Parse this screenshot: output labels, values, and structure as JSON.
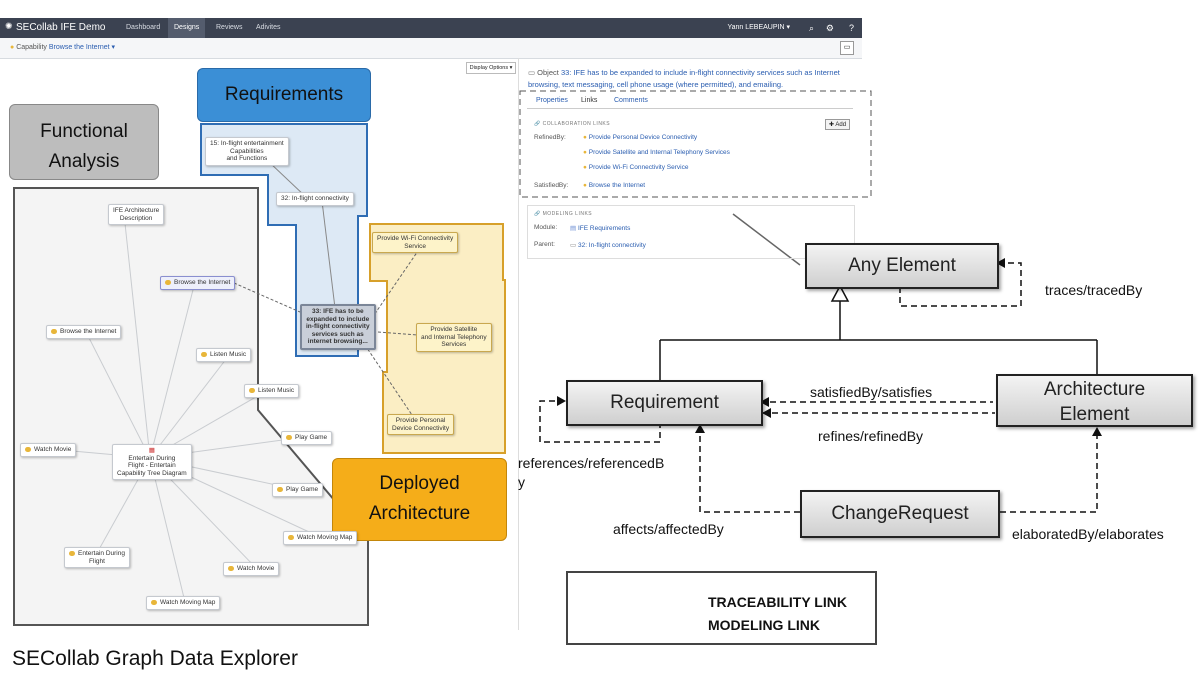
{
  "app": {
    "title": "SECollab IFE Demo",
    "nav": [
      "Dashboard",
      "Designs",
      "Reviews",
      "Adivites"
    ],
    "active_nav": "Designs",
    "user": "Yann LEBEAUPIN ▾"
  },
  "breadcrumb": {
    "type": "Capability",
    "name": "Browse the Internet ▾"
  },
  "graph": {
    "display_options": "Display Options ▾",
    "overlays": {
      "requirements": "Requirements",
      "functional": [
        "Functional",
        "Analysis"
      ],
      "deployed": [
        "Deployed",
        "Architecture"
      ]
    },
    "nodes": {
      "n15": [
        "15: In-flight entertainment",
        "Capabilities",
        "and Functions"
      ],
      "n32": "32: In-flight connectivity",
      "n33": [
        "33: IFE has to be",
        "expanded to include",
        "in-flight connectivity",
        "services such as",
        "internet browsing..."
      ],
      "wifi": [
        "Provide Wi-Fi Connectivity",
        "Service"
      ],
      "sat": [
        "Provide Satellite",
        "and Internal Telephony",
        "Services"
      ],
      "pdc": [
        "Provide Personal",
        "Device Connectivity"
      ],
      "ifearch": [
        "IFE Architecture",
        "Description"
      ],
      "browse_sel": "Browse the Internet",
      "browse": "Browse the Internet",
      "listen1": "Listen Music",
      "listen2": "Listen Music",
      "playgame1": "Play Game",
      "playgame2": "Play Game",
      "watchmovie1": "Watch Movie",
      "watchmovie2": "Watch Movie",
      "entertain_tree": [
        "Entertain During",
        "Flight - Entertain",
        "Capability Tree Diagram"
      ],
      "entertain": [
        "Entertain During",
        "Flight"
      ],
      "wmm1": "Watch Moving Map",
      "wmm2": "Watch Moving Map"
    }
  },
  "detail": {
    "object_prefix": "Object ",
    "object_id": "33",
    "object_text": ": IFE has to be expanded to include in-flight connectivity services such as Internet browsing, text messaging, cell phone usage (where permitted), and emailing.",
    "tabs": [
      "Properties",
      "Links",
      "Comments"
    ],
    "collab_title": "COLLABORATION LINKS",
    "add_btn": "✚ Add",
    "refined_by_label": "RefinedBy:",
    "refined_by": [
      "Provide Personal Device Connectivity",
      "Provide Satellite and Internal Telephony Services",
      "Provide Wi-Fi Connectivity Service"
    ],
    "satisfied_by_label": "SatisfiedBy:",
    "satisfied_by": "Browse the Internet",
    "modeling_title": "MODELING LINKS",
    "module_label": "Module:",
    "module": "IFE Requirements",
    "parent_label": "Parent:",
    "parent": "32: In-flight connectivity"
  },
  "metamodel": {
    "any_element": "Any Element",
    "requirement": "Requirement",
    "architecture": [
      "Architecture",
      "Element"
    ],
    "change_request": "ChangeRequest",
    "labels": {
      "traces": "traces/tracedBy",
      "satisfied": "satisfiedBy/satisfies",
      "refines": "refines/refinedBy",
      "references": [
        "references/referencedB",
        "y"
      ],
      "affects": "affects/affectedBy",
      "elaborated": "elaboratedBy/elaborates"
    },
    "legend": {
      "traceability": "TRACEABILITY LINK",
      "modeling": "MODELING LINK"
    }
  },
  "caption": "SECollab Graph Data Explorer"
}
